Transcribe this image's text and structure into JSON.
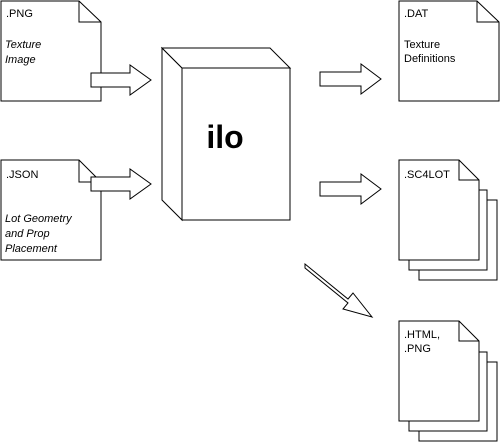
{
  "center": {
    "label": "ilo"
  },
  "inputs": [
    {
      "ext": ".PNG",
      "desc": [
        "Texture",
        "Image"
      ]
    },
    {
      "ext": ".JSON",
      "desc": [
        "Lot Geometry",
        "and Prop",
        "Placement"
      ]
    }
  ],
  "outputs": [
    {
      "ext": ".DAT",
      "desc": [
        "Texture",
        "Definitions"
      ]
    },
    {
      "ext": [
        ".SC4LOT"
      ]
    },
    {
      "ext": [
        ".HTML,",
        ".PNG"
      ]
    }
  ]
}
